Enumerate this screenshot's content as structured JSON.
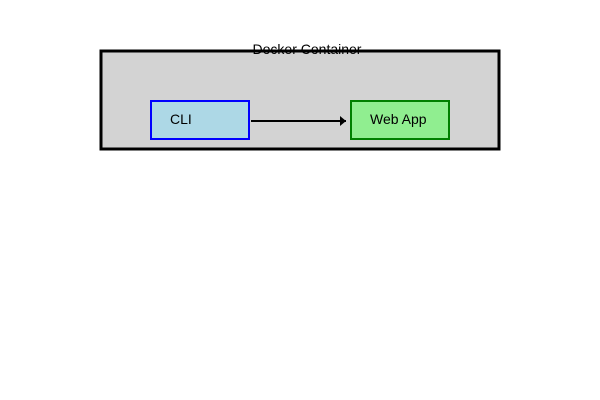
{
  "container": {
    "title": "Docker Container",
    "fill": "#d3d3d3",
    "stroke": "#000000"
  },
  "nodes": {
    "cli": {
      "label": "CLI",
      "fill": "#add8e6",
      "stroke": "#0000ff"
    },
    "web_app": {
      "label": "Web App",
      "fill": "#90ee90",
      "stroke": "#008000"
    }
  },
  "edges": [
    {
      "from": "cli",
      "to": "web_app",
      "color": "#000000"
    }
  ]
}
